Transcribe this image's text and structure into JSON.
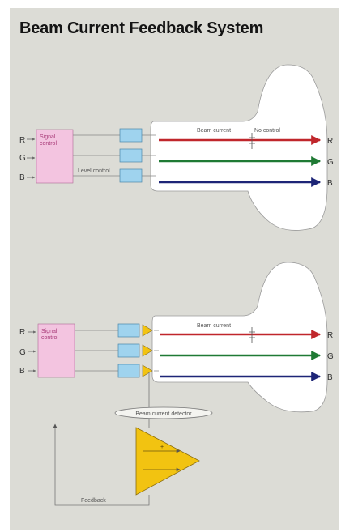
{
  "title": "Beam Current Feedback System",
  "colors": {
    "background": "#dcdcd6",
    "signal_control_fill": "#f3c4e0",
    "level_box_fill": "#9fd3ee",
    "amplifier_fill": "#f2c311",
    "red_beam": "#c0262b",
    "green_beam": "#1f7a34",
    "blue_beam": "#1d2577"
  },
  "top_diagram": {
    "inputs": [
      "R",
      "G",
      "B"
    ],
    "signal_control_label": [
      "Signal",
      "control"
    ],
    "level_control_label": "Level control",
    "beam_current_label": "Beam current",
    "no_control_label": "No control",
    "outputs": [
      "R",
      "G",
      "B"
    ]
  },
  "bottom_diagram": {
    "inputs": [
      "R",
      "G",
      "B"
    ],
    "signal_control_label": [
      "Signal",
      "control"
    ],
    "beam_current_label": "Beam current",
    "detector_label": "Beam current detector",
    "feedback_label": "Feedback",
    "outputs": [
      "R",
      "G",
      "B"
    ]
  }
}
